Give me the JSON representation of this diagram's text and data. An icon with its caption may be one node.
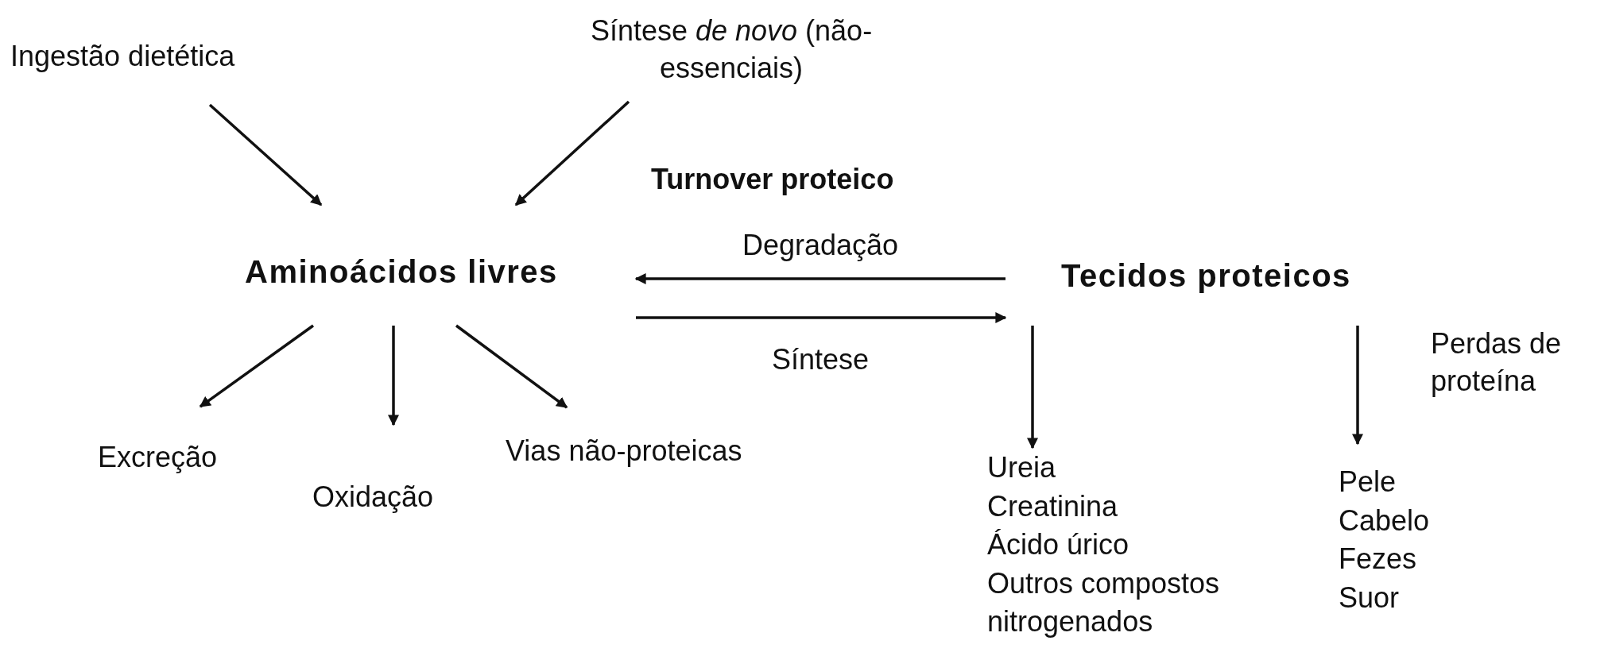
{
  "diagram": {
    "nodes": [
      {
        "text": [
          "Ingestão dietética"
        ]
      },
      {
        "text": [
          "Síntese *de novo* (não-essenciais)"
        ]
      },
      {
        "text": [
          "Aminoácidos livres"
        ]
      },
      {
        "text": [
          "Tecidos proteicos"
        ]
      },
      {
        "text": [
          "Excreção"
        ]
      },
      {
        "text": [
          "Oxidação"
        ]
      },
      {
        "text": [
          "Vias não-proteicas"
        ]
      },
      {
        "text": [
          "Ureia",
          "Creatinina",
          "Ácido úrico",
          "Outros compostos nitrogenados"
        ]
      },
      {
        "text": [
          "Pele",
          "Cabelo",
          "Fezes",
          "Suor"
        ]
      }
    ],
    "edges": [
      {
        "from": 0,
        "to": 2,
        "arrow": "to"
      },
      {
        "from": 1,
        "to": 2,
        "arrow": "to"
      },
      {
        "from": 2,
        "to": 4,
        "arrow": "to"
      },
      {
        "from": 2,
        "to": 5,
        "arrow": "to"
      },
      {
        "from": 2,
        "to": 6,
        "arrow": "to"
      },
      {
        "from": 3,
        "to": 2,
        "arrow": "to",
        "label": "Degradação"
      },
      {
        "from": 2,
        "to": 3,
        "arrow": "to",
        "label": "Síntese"
      },
      {
        "from": 3,
        "to": 7,
        "arrow": "to"
      },
      {
        "from": 3,
        "to": 8,
        "arrow": "to",
        "label": "Perdas de proteína"
      }
    ],
    "labels": [
      "Turnover proteico"
    ]
  }
}
